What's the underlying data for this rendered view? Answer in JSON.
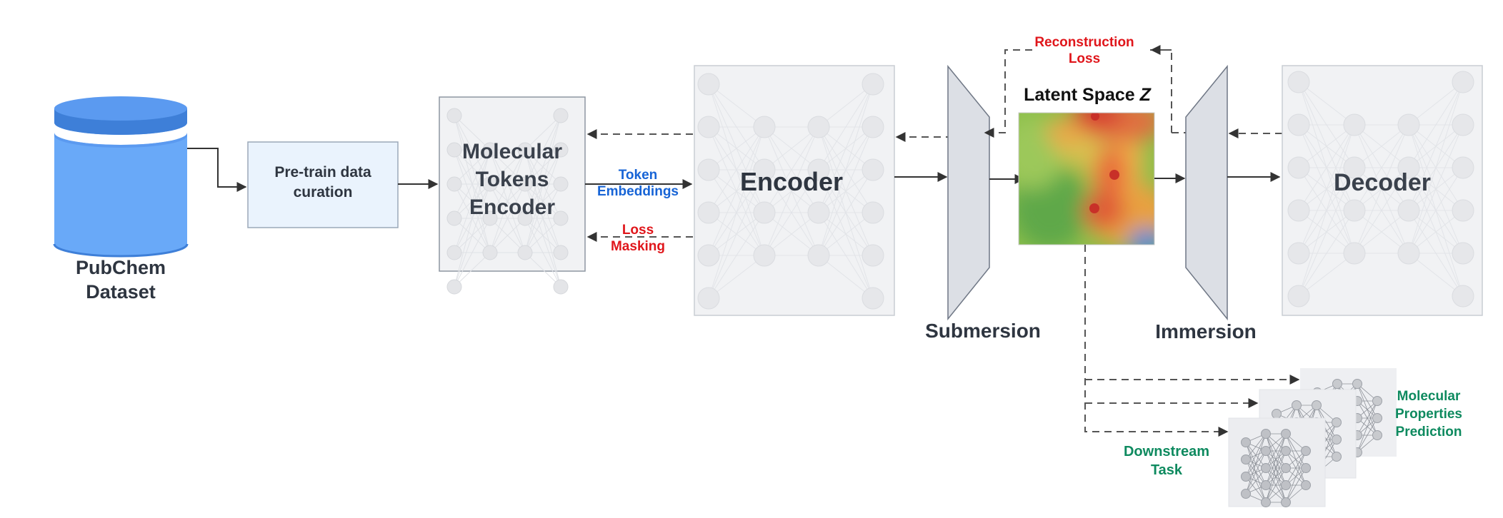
{
  "nodes": {
    "dataset": {
      "line1": "PubChem",
      "line2": "Dataset"
    },
    "curation": {
      "line1": "Pre-train data",
      "line2": "curation"
    },
    "tokens_encoder": {
      "line1": "Molecular",
      "line2": "Tokens",
      "line3": "Encoder"
    },
    "encoder": {
      "label": "Encoder"
    },
    "submersion": {
      "label": "Submersion"
    },
    "latent": {
      "label": "Latent Space ",
      "symbol": "Z"
    },
    "immersion": {
      "label": "Immersion"
    },
    "decoder": {
      "label": "Decoder"
    }
  },
  "edges": {
    "token_embeddings": {
      "line1": "Token",
      "line2": "Embeddings"
    },
    "loss_masking": {
      "line1": "Loss",
      "line2": "Masking"
    },
    "reconstruction_loss": {
      "line1": "Reconstruction",
      "line2": "Loss"
    }
  },
  "downstream": {
    "properties": {
      "line1": "Molecular",
      "line2": "Properties",
      "line3": "Prediction"
    },
    "task": {
      "line1": "Downstream",
      "line2": "Task"
    }
  },
  "colors": {
    "dataset_blue": "#69A9F8",
    "dataset_dark": "#3E7FD8",
    "token_blue": "#1764D6",
    "loss_red": "#E0161B",
    "task_green": "#0E8A5F",
    "panel_fill": "#F1F2F4",
    "text_dark": "#2E3540"
  }
}
